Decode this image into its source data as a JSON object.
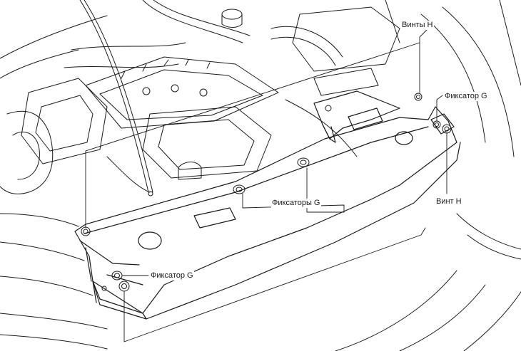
{
  "diagram": {
    "labels": {
      "screws_top": "Винты H",
      "clip_right": "Фиксатор G",
      "screw_right": "Винт H",
      "clips_center": "Фиксаторы G",
      "clip_left": "Фиксатор G"
    },
    "colors": {
      "line": "#1a1a1a",
      "background": "#ffffff"
    }
  }
}
